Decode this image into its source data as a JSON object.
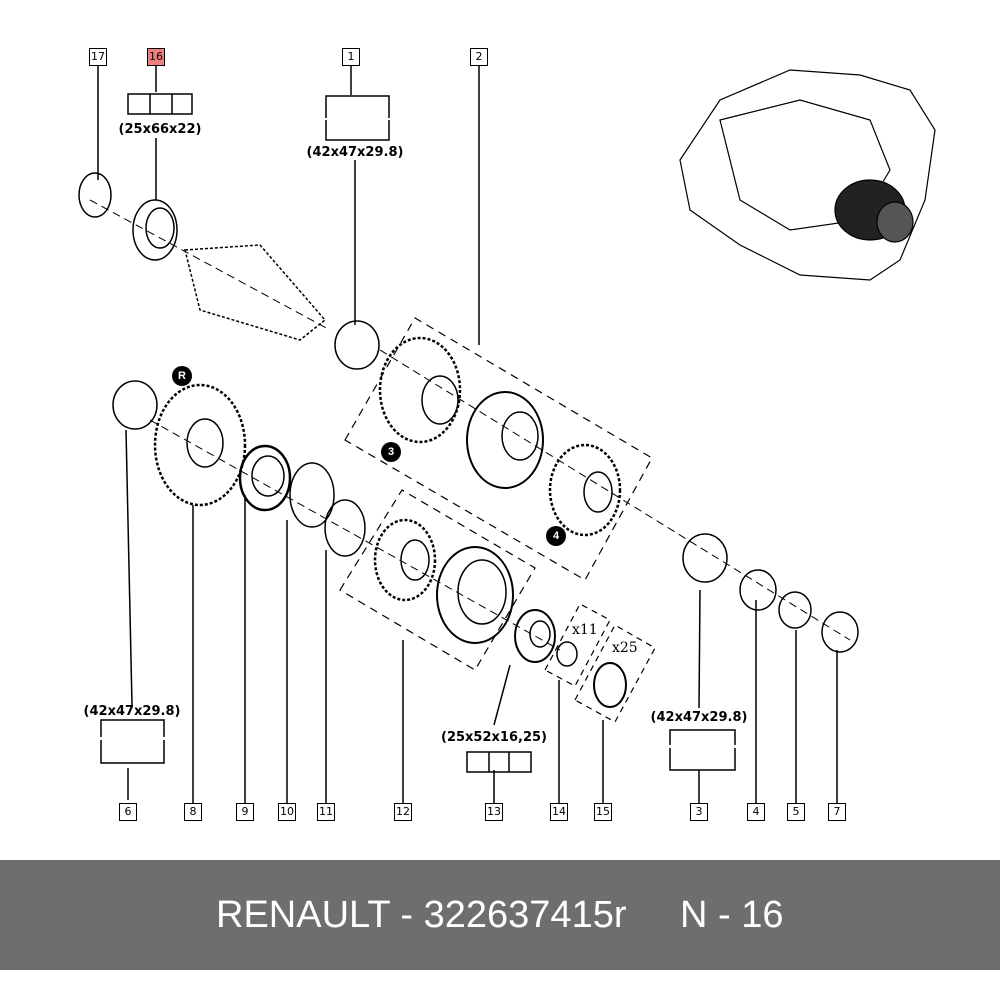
{
  "callouts": {
    "c17": "17",
    "c16": "16",
    "c1": "1",
    "c2": "2",
    "c6": "6",
    "c8": "8",
    "c9": "9",
    "c10": "10",
    "c11": "11",
    "c12": "12",
    "c13": "13",
    "c14": "14",
    "c15": "15",
    "c3": "3",
    "c4": "4",
    "c5": "5",
    "c7": "7"
  },
  "highlight_color": "#f07f7f",
  "dimensions": {
    "d16": "(25x66x22)",
    "d1": "(42x47x29.8)",
    "d6": "(42x47x29.8)",
    "d13": "(25x52x16,25)",
    "d3": "(42x47x29.8)"
  },
  "quantities": {
    "q14": "x11",
    "q15": "x25"
  },
  "markers": {
    "R": "R",
    "m3": "3",
    "m4": "4"
  },
  "footer": {
    "part": "RENAULT - 322637415r",
    "page": "N - 16"
  }
}
